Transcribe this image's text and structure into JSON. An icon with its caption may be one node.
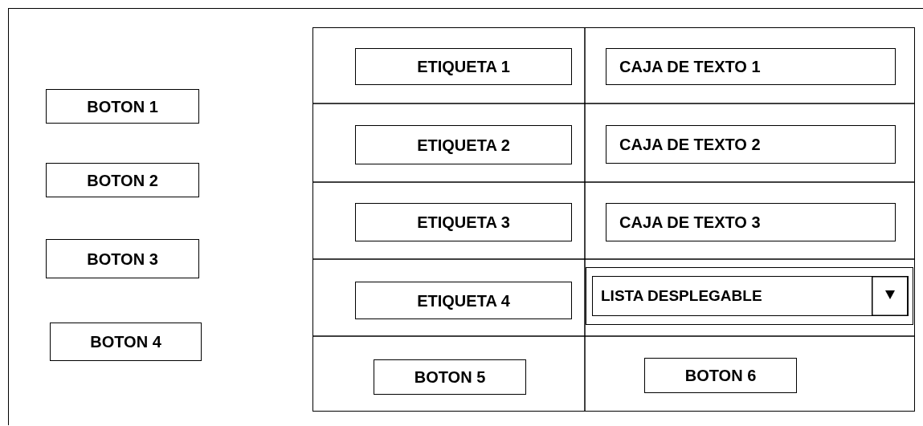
{
  "diagram": {
    "nodes": [
      {
        "text": [],
        "shape": "box"
      },
      {
        "text": [],
        "shape": "box",
        "in": 0
      },
      {
        "text": [
          "BOTON 1"
        ],
        "in": 0
      },
      {
        "text": [
          "BOTON 2"
        ],
        "in": 0
      },
      {
        "text": [
          "BOTON 3"
        ],
        "in": 0
      },
      {
        "text": [
          "BOTON 4"
        ],
        "in": 0
      },
      {
        "text": [
          "ETIQUETA 1"
        ],
        "in": 1
      },
      {
        "text": [
          "CAJA DE TEXTO 1"
        ],
        "in": 1
      },
      {
        "text": [
          "ETIQUETA 2"
        ],
        "in": 1
      },
      {
        "text": [
          "CAJA DE TEXTO 2"
        ],
        "in": 1
      },
      {
        "text": [
          "ETIQUETA 3"
        ],
        "in": 1
      },
      {
        "text": [
          "CAJA DE TEXTO 3"
        ],
        "in": 1
      },
      {
        "text": [
          "ETIQUETA 4"
        ],
        "in": 1
      },
      {
        "text": [
          "LISTA DESPLEGABLE"
        ],
        "in": 1
      },
      {
        "text": [
          "BOTON 5"
        ],
        "in": 1
      },
      {
        "text": [
          "BOTON 6"
        ],
        "in": 1
      }
    ],
    "edges": []
  }
}
